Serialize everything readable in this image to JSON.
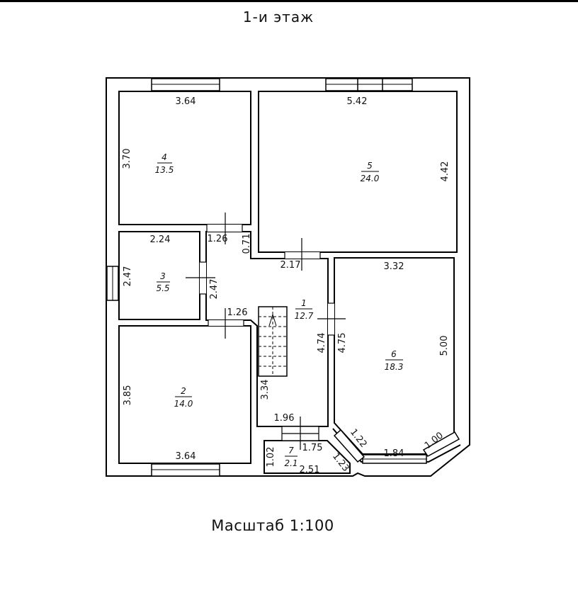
{
  "plan": {
    "title": "1-и этаж",
    "scale": "Масштаб 1:100"
  },
  "rooms": {
    "r1": {
      "number": "1",
      "area": "12.7"
    },
    "r2": {
      "number": "2",
      "area": "14.0"
    },
    "r3": {
      "number": "3",
      "area": "5.5"
    },
    "r4": {
      "number": "4",
      "area": "13.5"
    },
    "r5": {
      "number": "5",
      "area": "24.0"
    },
    "r6": {
      "number": "6",
      "area": "18.3"
    },
    "r7": {
      "number": "7",
      "area": "2.1"
    }
  },
  "dimensions": {
    "r4_width": "3.64",
    "r4_height": "3.70",
    "r5_width": "5.42",
    "r5_height": "4.42",
    "r3_width": "2.24",
    "r3_height_left": "2.47",
    "r3_height_right": "2.47",
    "hall_top_left": "1.26",
    "hall_top_small": "0.71",
    "hall_top_right": "2.17",
    "hall_mid_left": "1.26",
    "hall_height_left": "4.74",
    "hall_height_right": "4.75",
    "stair_len": "3.34",
    "hall_bottom": "1.96",
    "r6_width": "3.32",
    "r6_height": "5.00",
    "r6_bottom": "1.84",
    "r6_bay_left": "1.22",
    "r6_bay_right": "1.00",
    "r2_height": "3.85",
    "r2_width": "3.64",
    "r7_height": "1.02",
    "r7_top": "1.75",
    "r7_bottom": "2.51",
    "r7_diag": "1.23"
  }
}
